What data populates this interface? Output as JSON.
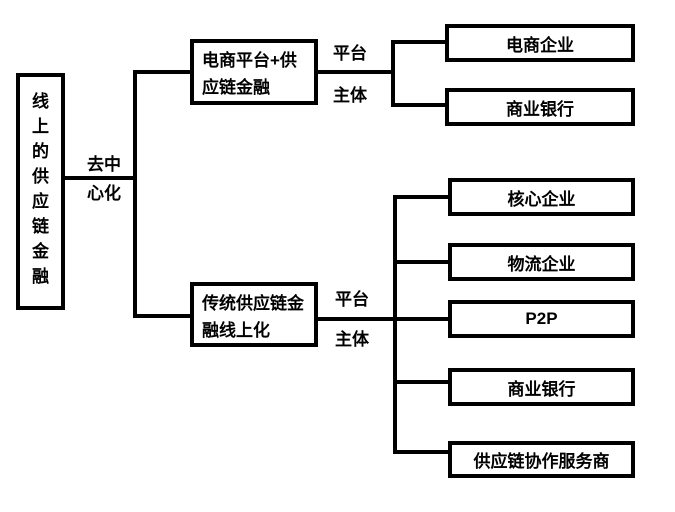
{
  "diagram": {
    "root": {
      "label": [
        "线",
        "上",
        "的",
        "供",
        "应",
        "链",
        "金",
        "融"
      ]
    },
    "edge_label": [
      "去中",
      "心化"
    ],
    "branches": [
      {
        "label": [
          "电商平台+供",
          "应链金融"
        ],
        "platform": "平台",
        "subject": "主体",
        "children": [
          "电商企业",
          "商业银行"
        ]
      },
      {
        "label": [
          "传统供应链金",
          "融线上化"
        ],
        "platform": "平台",
        "subject": "主体",
        "children": [
          "核心企业",
          "物流企业",
          "P2P",
          "商业银行",
          "供应链协作服务商"
        ]
      }
    ]
  },
  "colors": {
    "line": "#000000",
    "text": "#000000",
    "background": "#ffffff"
  }
}
